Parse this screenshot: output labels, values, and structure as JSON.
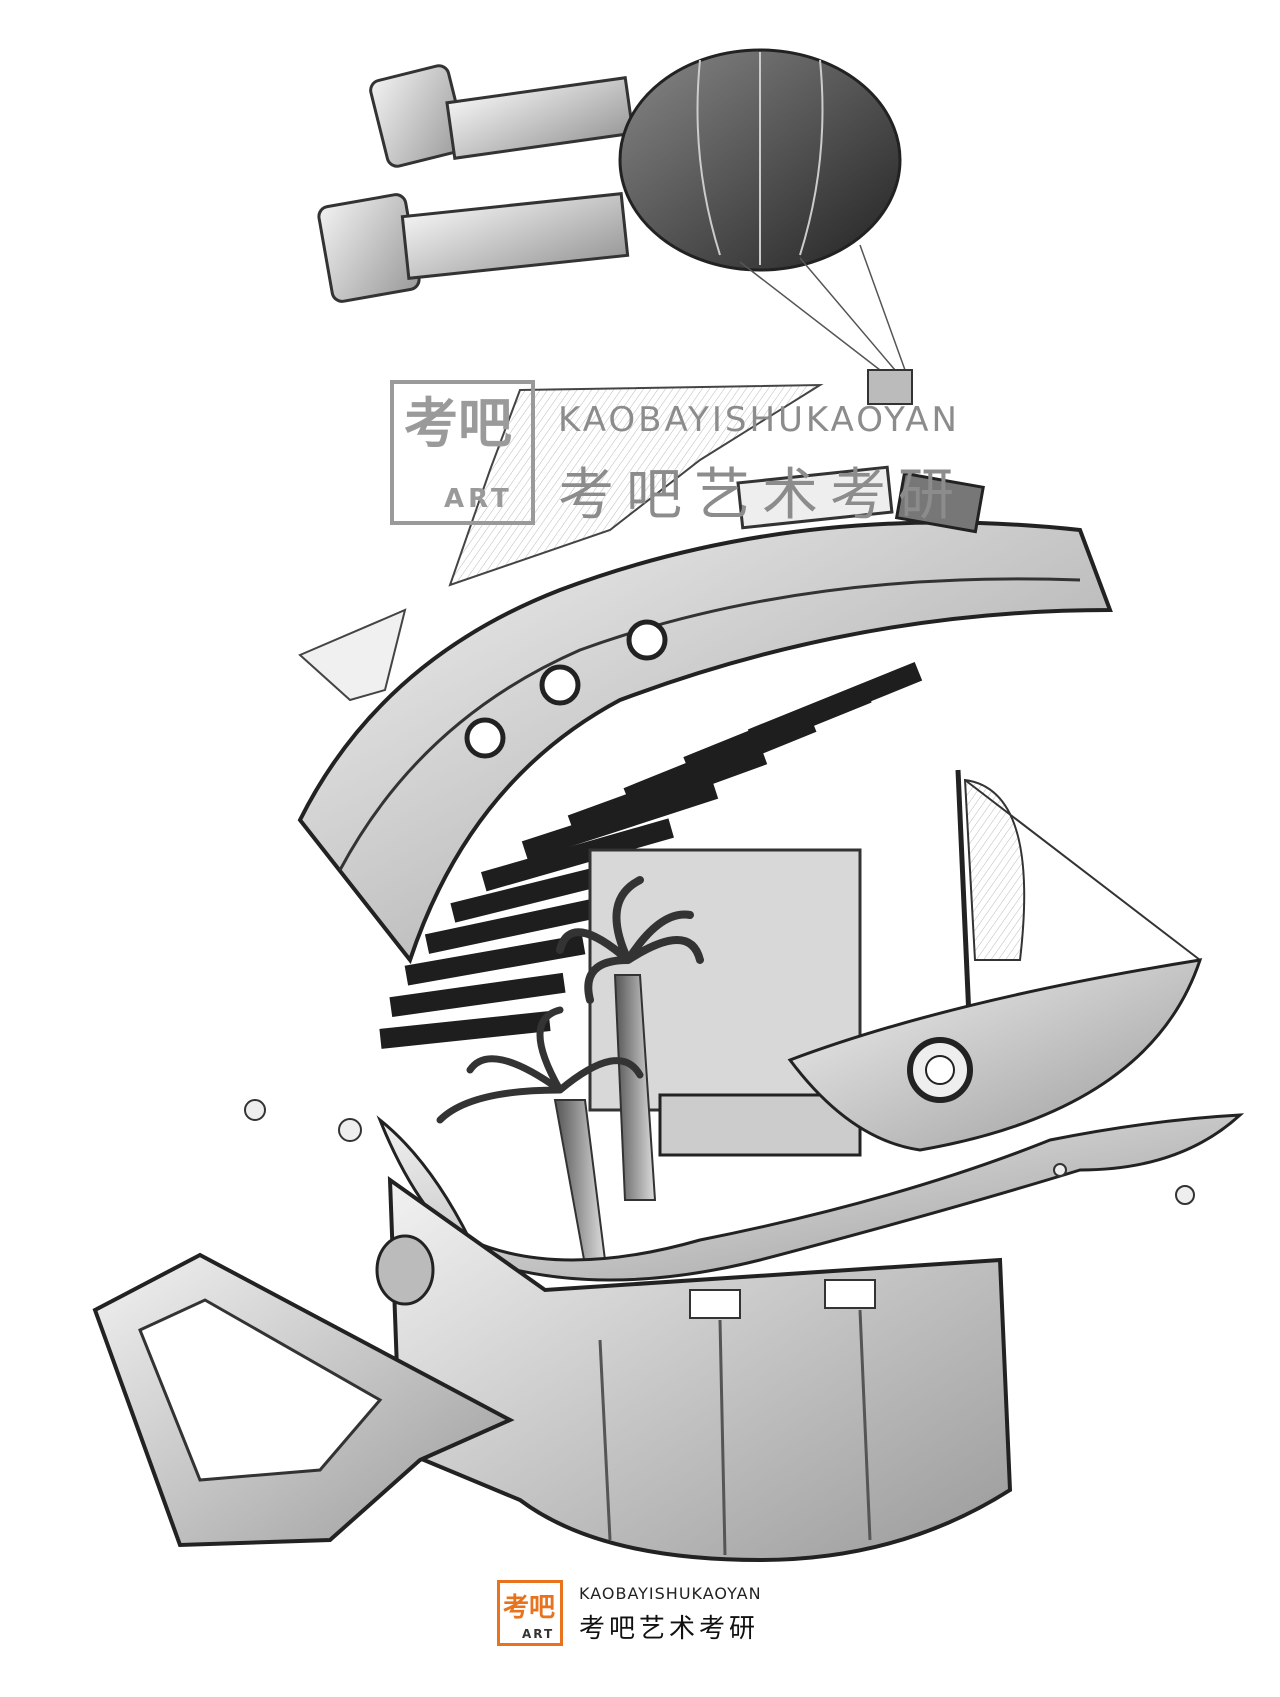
{
  "watermark": {
    "logo_glyph": "考吧",
    "logo_art": "ART",
    "text_en": "KAOBAYISHUKAOYAN",
    "text_cn": "考吧艺术考研"
  },
  "footer": {
    "logo_glyph": "考吧",
    "logo_art": "ART",
    "text_en": "KAOBAYISHUKAOYAN",
    "text_cn": "考吧艺术考研",
    "accent_color": "#e8731c"
  },
  "colors": {
    "background": "#ffffff",
    "pencil_dark": "#2a2a2a",
    "pencil_mid": "#7a7a7a",
    "pencil_light": "#c8c8c8"
  }
}
